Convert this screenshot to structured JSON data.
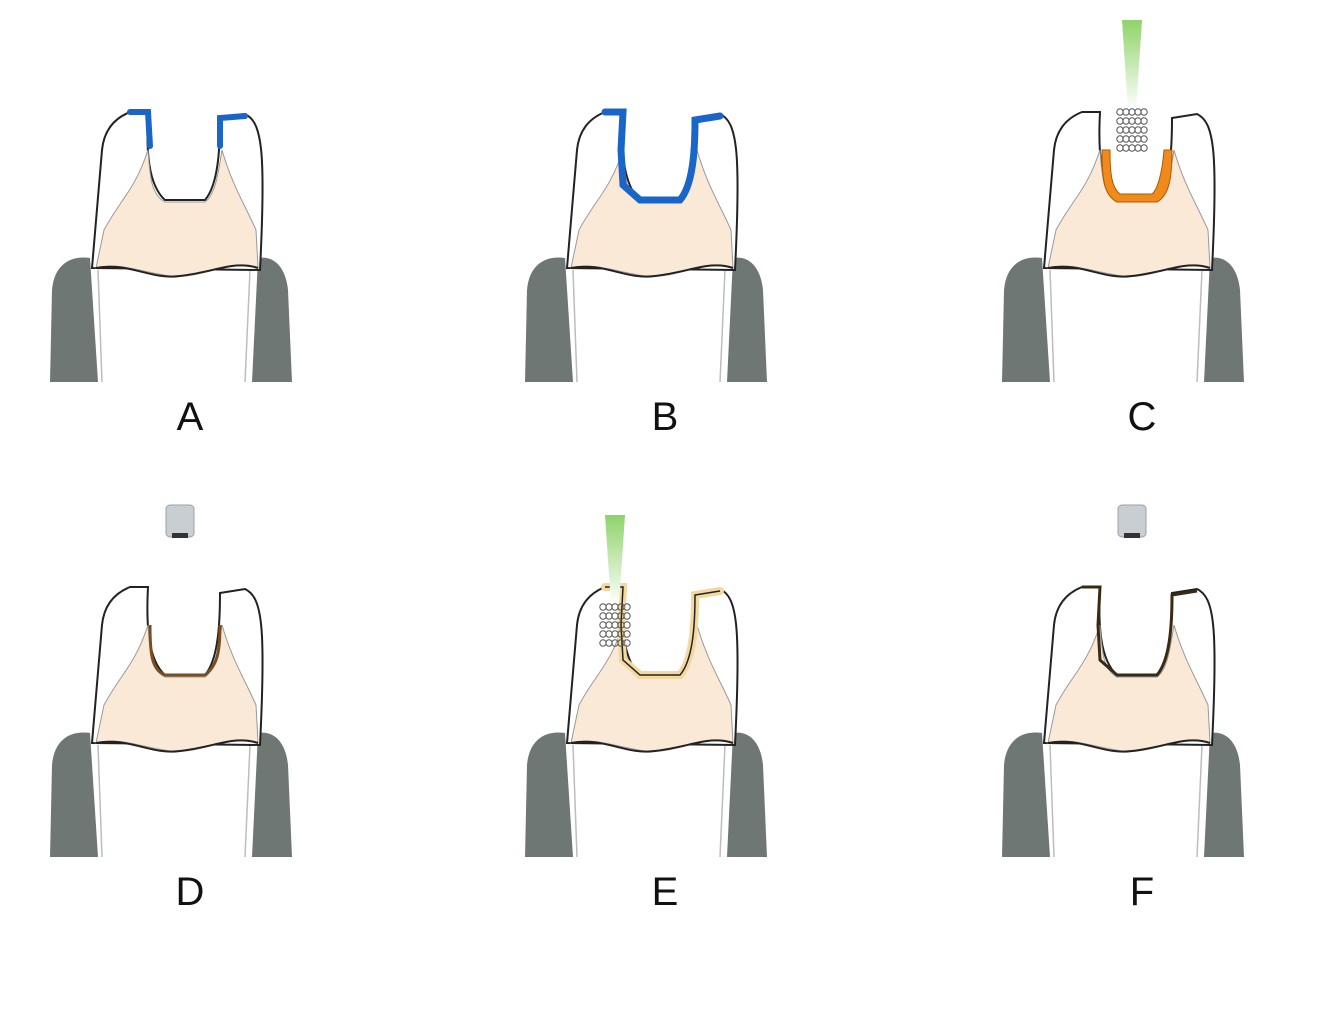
{
  "panels": [
    {
      "id": "A",
      "label": "A",
      "deposit": "blue-rim",
      "tool": "none"
    },
    {
      "id": "B",
      "label": "B",
      "deposit": "blue-full",
      "tool": "none"
    },
    {
      "id": "C",
      "label": "C",
      "deposit": "orange",
      "tool": "brush"
    },
    {
      "id": "D",
      "label": "D",
      "deposit": "brown-line",
      "tool": "curing-light"
    },
    {
      "id": "E",
      "label": "E",
      "deposit": "cream",
      "tool": "brush"
    },
    {
      "id": "F",
      "label": "F",
      "deposit": "dark-line",
      "tool": "curing-light"
    }
  ],
  "colors": {
    "blue": "#1a66c8",
    "orange": "#f08a1c",
    "brown": "#7a4e22",
    "cream": "#f3d9a0",
    "dentin": "#fbe9d8",
    "gum_dark": "#6f7775",
    "brush_green": "#8fd36a"
  }
}
